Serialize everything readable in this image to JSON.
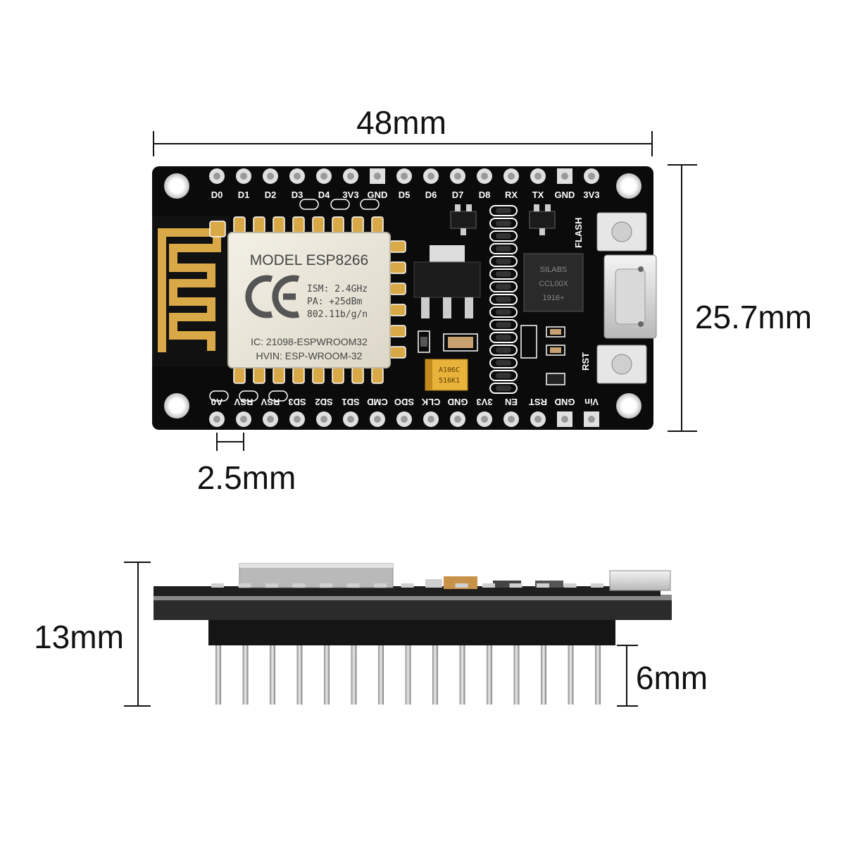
{
  "dimensions": {
    "width": "48mm",
    "height": "25.7mm",
    "pin_pitch": "2.5mm",
    "total_height": "13mm",
    "pin_length": "6mm"
  },
  "top_pins": [
    "D0",
    "D1",
    "D2",
    "D3",
    "D4",
    "3V3",
    "GND",
    "D5",
    "D6",
    "D7",
    "D8",
    "RX",
    "TX",
    "GND",
    "3V3"
  ],
  "bottom_pins": [
    "A0",
    "RSV",
    "RSV",
    "SD3",
    "SD2",
    "SD1",
    "CMD",
    "SDO",
    "CLK",
    "GND",
    "3V3",
    "EN",
    "RST",
    "GND",
    "Vin"
  ],
  "module": {
    "model": "MODEL ESP8266",
    "ce_mark": "CE",
    "ism": "ISM: 2.4GHz",
    "pa": "PA: +25dBm",
    "standard": "802.11b/g/n",
    "ic": "IC: 21098-ESPWROOM32",
    "hvin": "HVIN: ESP-WROOM-32"
  },
  "buttons": {
    "flash": "FLASH",
    "rst": "RST"
  },
  "usb_chip": {
    "line1": "SILABS",
    "line2": "CCL00X",
    "line3": "1916+"
  },
  "capacitor": {
    "line1": "A106C",
    "line2": "516K1"
  },
  "colors": {
    "pcb": "#0b0b0b",
    "gold": "#d9a948",
    "silk": "#ffffff",
    "shield": "#e8e4d8"
  }
}
